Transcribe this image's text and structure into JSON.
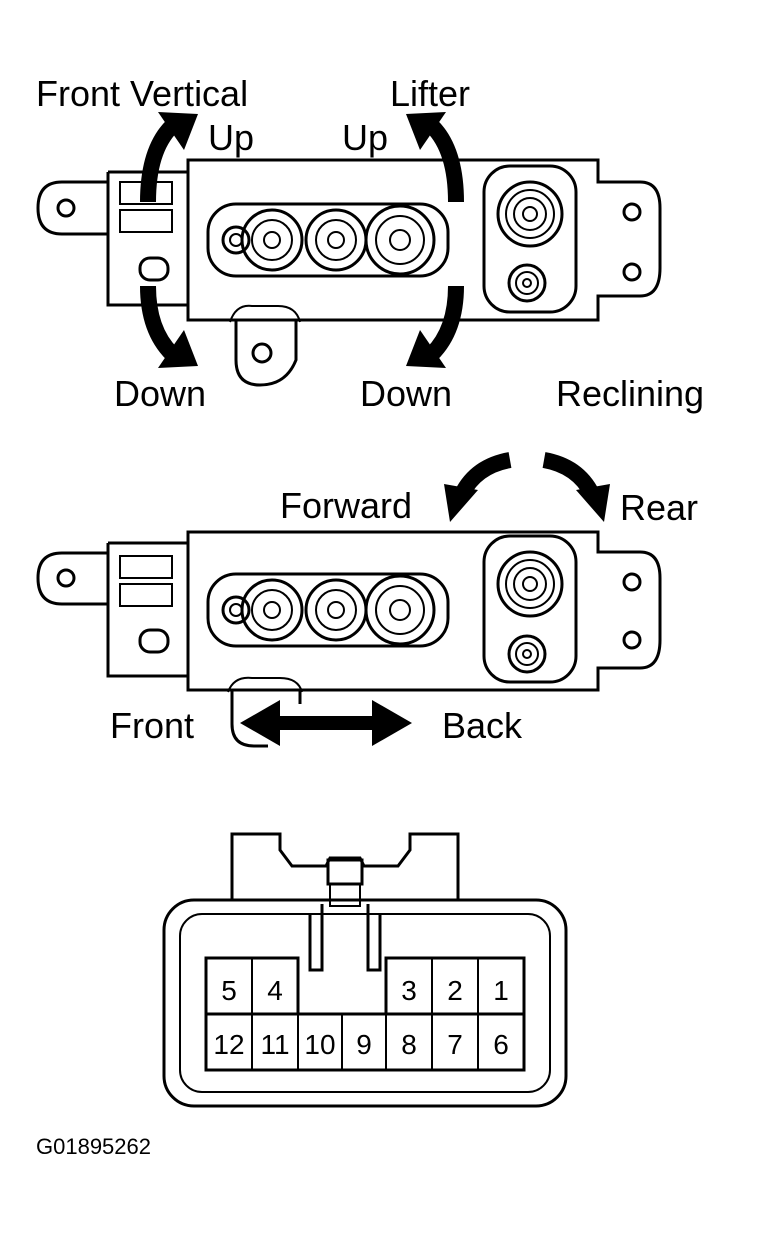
{
  "labels": {
    "front_vertical": "Front Vertical",
    "lifter": "Lifter",
    "fv_up": "Up",
    "lifter_up": "Up",
    "fv_down": "Down",
    "lifter_down": "Down",
    "reclining": "Reclining",
    "forward": "Forward",
    "rear": "Rear",
    "front": "Front",
    "back": "Back"
  },
  "connector": {
    "top_row": [
      "5",
      "4",
      "",
      "",
      "3",
      "2",
      "1"
    ],
    "bottom_row": [
      "12",
      "11",
      "10",
      "9",
      "8",
      "7",
      "6"
    ]
  },
  "figure_code": "G01895262"
}
